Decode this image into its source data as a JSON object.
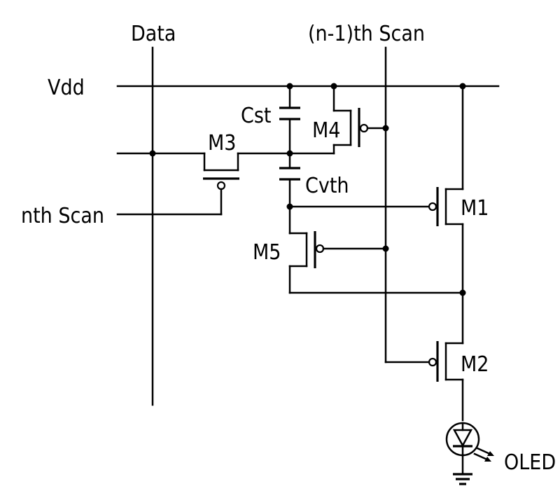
{
  "labels": {
    "data": "Data",
    "prev_scan": "(n-1)th Scan",
    "vdd": "Vdd",
    "nth_scan": "nth Scan",
    "cst": "Cst",
    "cvth": "Cvth",
    "m1": "M1",
    "m2": "M2",
    "m3": "M3",
    "m4": "M4",
    "m5": "M5",
    "oled": "OLED"
  }
}
